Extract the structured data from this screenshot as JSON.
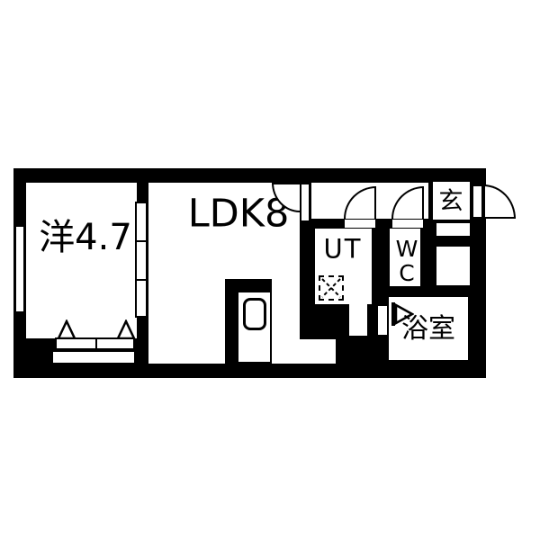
{
  "floorplan": {
    "type": "japanese-apartment-floorplan",
    "colors": {
      "wall": "#000000",
      "floor": "#ffffff",
      "background": "#ffffff"
    },
    "rooms": {
      "western": {
        "label": "洋4.7"
      },
      "ldk": {
        "label": "LDK8"
      },
      "utility": {
        "label": "UT"
      },
      "toilet": {
        "line1": "W",
        "line2": "C"
      },
      "entrance": {
        "label": "玄"
      },
      "bathroom": {
        "label": "浴室"
      }
    },
    "symbols": [
      "door-swing",
      "sliding-door",
      "window",
      "window-sill",
      "washing-machine-space",
      "folding-bath-door",
      "glazed-door"
    ]
  }
}
